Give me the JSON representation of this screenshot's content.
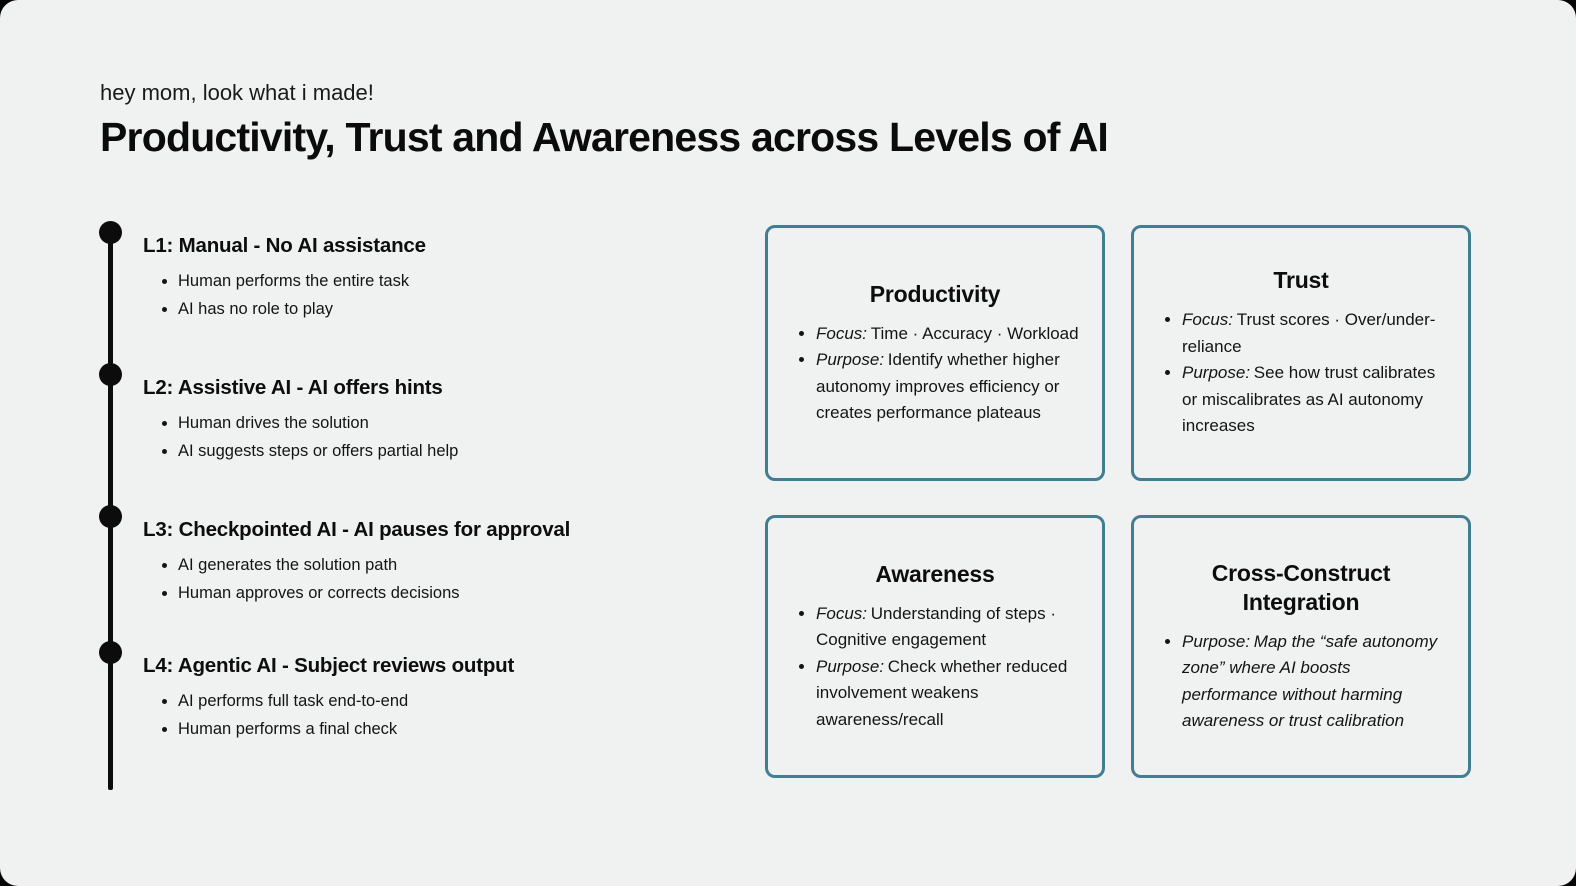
{
  "slide": {
    "eyebrow": "hey mom, look what i made!",
    "title": "Productivity, Trust and Awareness across Levels of AI"
  },
  "timeline": {
    "items": [
      {
        "heading": "L1: Manual - No AI assistance",
        "bullets": [
          "Human performs the entire task",
          "AI has no role to play"
        ]
      },
      {
        "heading": "L2: Assistive AI - AI offers hints",
        "bullets": [
          "Human drives the solution",
          "AI suggests steps or offers partial help"
        ]
      },
      {
        "heading": "L3: Checkpointed AI - AI pauses for approval",
        "bullets": [
          "AI generates the solution path",
          "Human approves or corrects decisions"
        ]
      },
      {
        "heading": "L4: Agentic AI - Subject reviews output",
        "bullets": [
          "AI performs full task end-to-end",
          "Human performs a final check"
        ]
      }
    ]
  },
  "cards": [
    {
      "title": "Productivity",
      "bullets": [
        {
          "lead": "Focus:",
          "text": "Time · Accuracy · Workload",
          "italic_all": false
        },
        {
          "lead": "Purpose:",
          "text": "Identify whether higher autonomy improves efficiency or creates performance plateaus",
          "italic_all": false
        }
      ]
    },
    {
      "title": "Trust",
      "bullets": [
        {
          "lead": "Focus:",
          "text": "Trust scores · Over/under-reliance",
          "italic_all": false
        },
        {
          "lead": "Purpose:",
          "text": "See how trust calibrates or miscalibrates as AI autonomy increases",
          "italic_all": false
        }
      ]
    },
    {
      "title": "Awareness",
      "bullets": [
        {
          "lead": "Focus:",
          "text": "Understanding of steps · Cognitive engagement",
          "italic_all": false
        },
        {
          "lead": "Purpose:",
          "text": "Check whether reduced involvement weakens awareness/recall",
          "italic_all": false
        }
      ]
    },
    {
      "title": "Cross-Construct Integration",
      "bullets": [
        {
          "lead": "Purpose:",
          "text": "Map the “safe autonomy zone” where AI boosts performance without harming awareness or trust calibration",
          "italic_all": true
        }
      ]
    }
  ],
  "colors": {
    "slide_bg": "#f0f1f1",
    "card_border": "#417e92",
    "timeline_ink": "#0c0c0c",
    "text_ink": "#121212"
  }
}
